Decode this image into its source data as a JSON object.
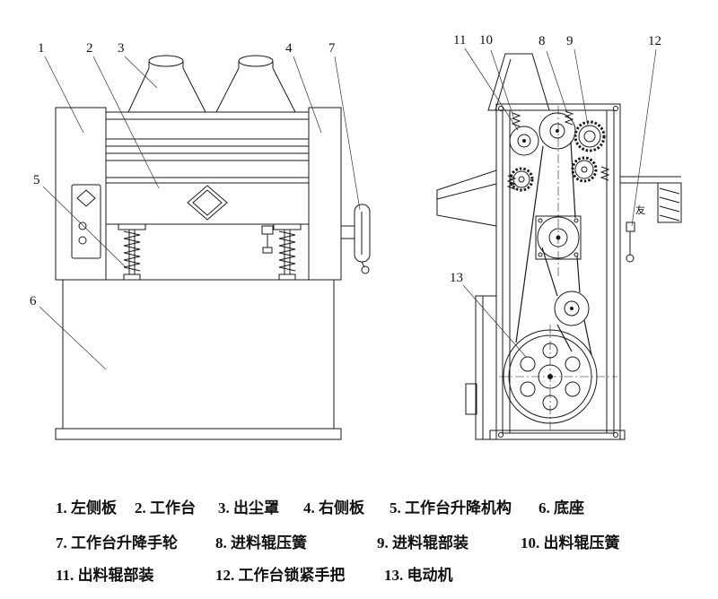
{
  "colors": {
    "line": "#1a1a1a",
    "leader": "#333333",
    "background": "#ffffff"
  },
  "callouts": {
    "front": [
      "1",
      "2",
      "3",
      "4",
      "5",
      "6",
      "7"
    ],
    "side": [
      "8",
      "9",
      "10",
      "11",
      "12",
      "13"
    ]
  },
  "side_view": {
    "brand_char": "友"
  },
  "legend": {
    "items": [
      {
        "num": "1.",
        "label": "左侧板"
      },
      {
        "num": "2.",
        "label": "工作台"
      },
      {
        "num": "3.",
        "label": "出尘罩"
      },
      {
        "num": "4.",
        "label": "右侧板"
      },
      {
        "num": "5.",
        "label": "工作台升降机构"
      },
      {
        "num": "6.",
        "label": "底座"
      },
      {
        "num": "7.",
        "label": "工作台升降手轮"
      },
      {
        "num": "8.",
        "label": "进料辊压簧"
      },
      {
        "num": "9.",
        "label": "进料辊部装"
      },
      {
        "num": "10.",
        "label": "出料辊压簧"
      },
      {
        "num": "11.",
        "label": "出料辊部装"
      },
      {
        "num": "12.",
        "label": "工作台锁紧手把"
      },
      {
        "num": "13.",
        "label": "电动机"
      }
    ]
  }
}
